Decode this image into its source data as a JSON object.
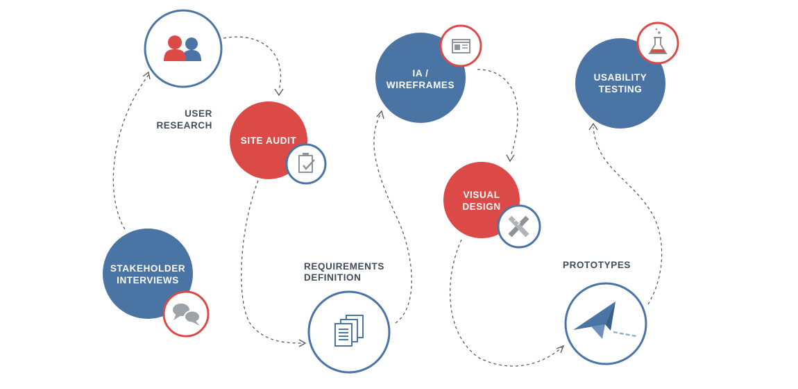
{
  "colors": {
    "blue": "#4a74a3",
    "red": "#dc4a48",
    "dark_text": "#3f4b5b",
    "connector": "#555b62"
  },
  "steps": {
    "stakeholder_interviews": {
      "line1": "STAKEHOLDER",
      "line2": "INTERVIEWS",
      "icon": "chat-bubbles-icon"
    },
    "user_research": {
      "line1": "USER",
      "line2": "RESEARCH",
      "icon": "users-icon"
    },
    "site_audit": {
      "line1": "SITE AUDIT",
      "icon": "clipboard-check-icon"
    },
    "requirements_definition": {
      "line1": "REQUIREMENTS",
      "line2": "DEFINITION",
      "icon": "documents-icon"
    },
    "ia_wireframes": {
      "line1": "IA /",
      "line2": "WIREFRAMES",
      "icon": "wireframe-window-icon"
    },
    "visual_design": {
      "line1": "VISUAL",
      "line2": "DESIGN",
      "icon": "pencil-ruler-icon"
    },
    "prototypes": {
      "line1": "PROTOTYPES",
      "icon": "paper-plane-icon"
    },
    "usability_testing": {
      "line1": "USABILITY",
      "line2": "TESTING",
      "icon": "flask-icon"
    }
  }
}
